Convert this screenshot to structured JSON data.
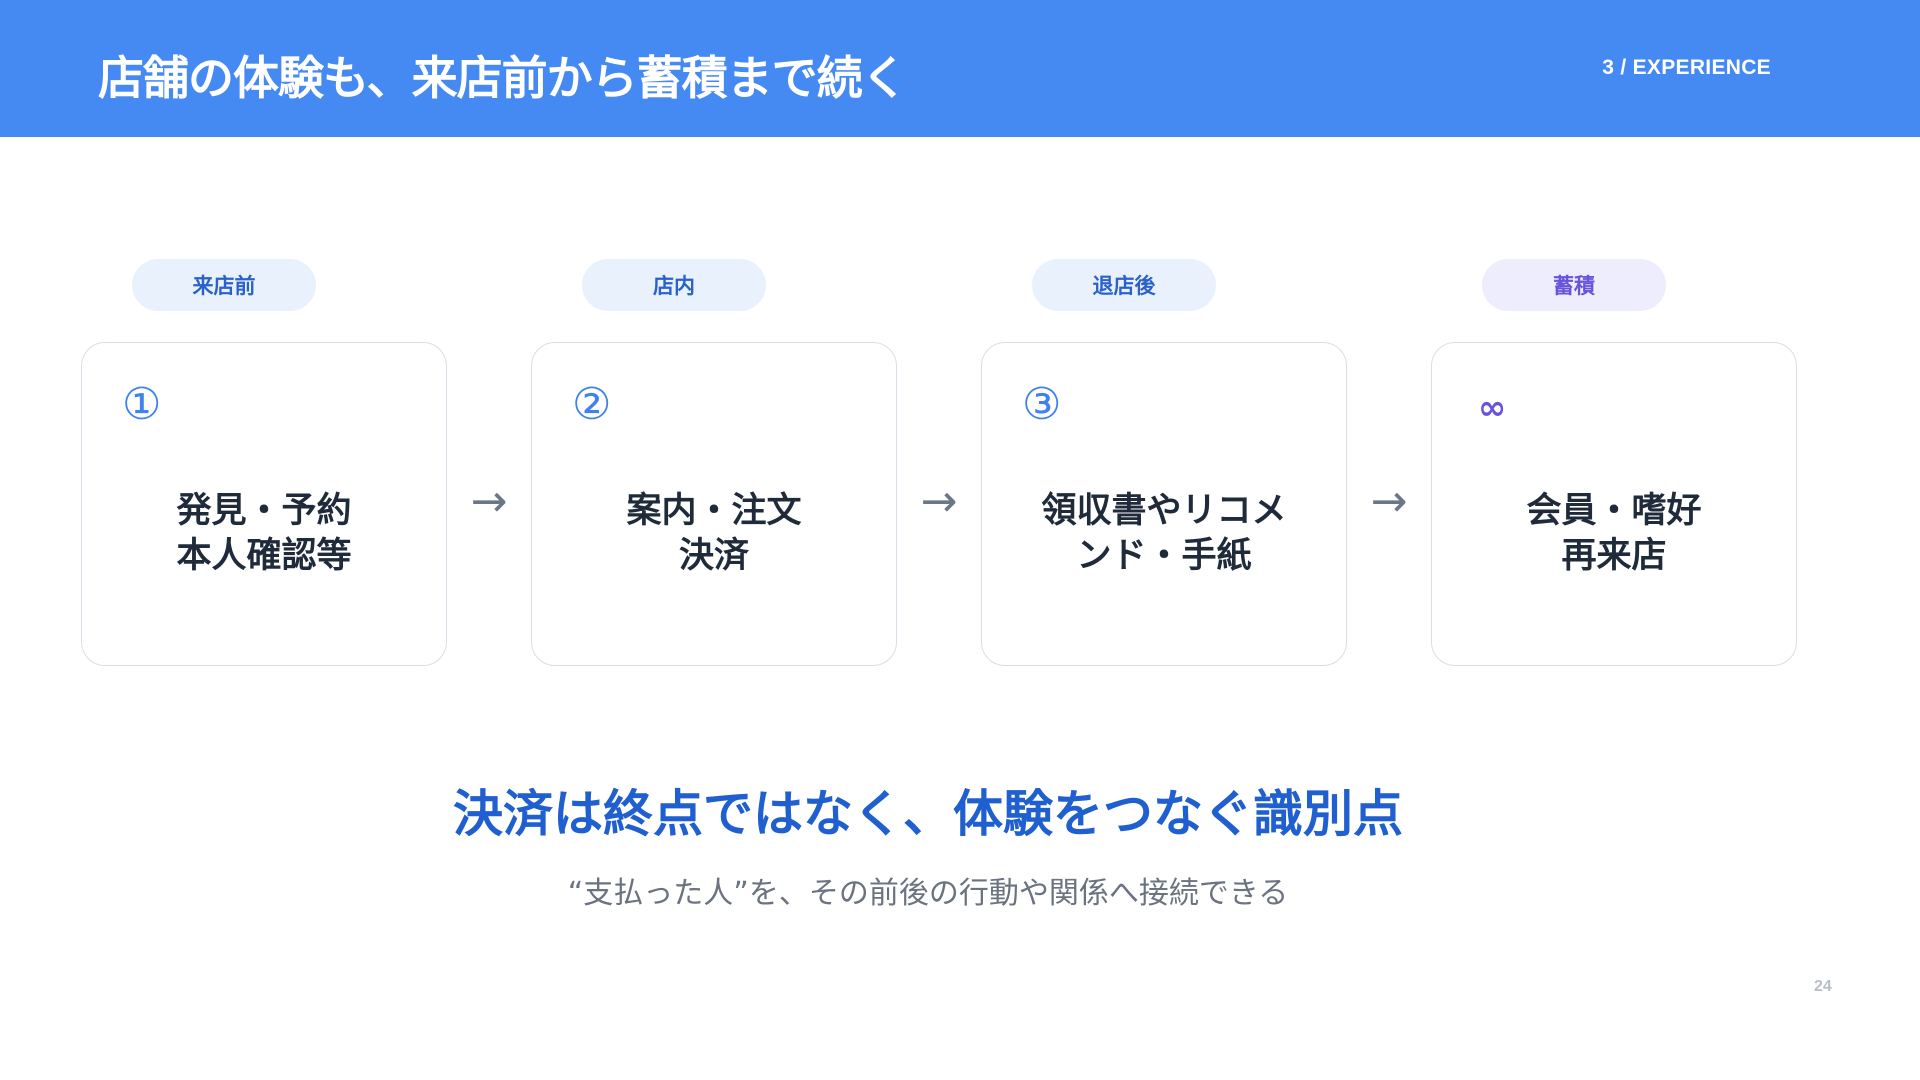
{
  "header": {
    "title": "店舗の体験も、来店前から蓄積まで続く",
    "section": "3 / EXPERIENCE"
  },
  "stages": [
    {
      "label": "来店前",
      "marker": "①",
      "text": "発見・予約\n本人確認等"
    },
    {
      "label": "店内",
      "marker": "②",
      "text": "案内・注文\n決済"
    },
    {
      "label": "退店後",
      "marker": "③",
      "text": "領収書やリコメ\nンド・手紙"
    },
    {
      "label": "蓄積",
      "marker": "∞",
      "text": "会員・嗜好\n再来店"
    }
  ],
  "arrow": "→",
  "tagline": "決済は終点ではなく、体験をつなぐ識別点",
  "subline": "“支払った人”を、その前後の行動や関係へ接続できる",
  "page_number": "24",
  "colors": {
    "header_bg": "#4589f3",
    "accent_blue": "#2b62c9",
    "accent_purple": "#6953dd",
    "tagline": "#1f5fcf"
  }
}
